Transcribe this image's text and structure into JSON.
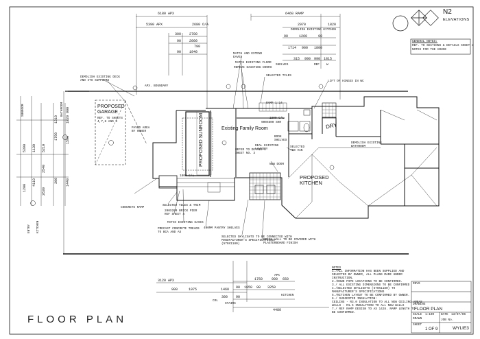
{
  "sheet_title": "FLOOR PLAN",
  "brand": {
    "name": "N2",
    "subtitle": "ELEVATIONS"
  },
  "general_notes": {
    "heading": "GENERAL NOTES:",
    "lines": [
      "REF. TO SECTIONS & DETAILS SHEET 3",
      "NOTES FOR THE HOUSE"
    ]
  },
  "rooms": {
    "garage": "PROPOSED\nGARAGE",
    "garage_ref": "REF. TO SHEETS\n4,7,8 AND 9",
    "sunroom": "PROPOSED SUNROOM",
    "family_room": "Existing Family Room",
    "kitchen": "PROPOSED\nKITCHEN",
    "dry": "DRY",
    "bathroom": "DEMOLISH EXISTING\nBATHROOM"
  },
  "top_dims": {
    "d6180": "6180 APX",
    "d6460": "6460 RAMP",
    "d5390": "5390 APX",
    "d2680": "2680 O/A",
    "d300": "300",
    "d2780": "2780",
    "d90a": "90",
    "d2000": "2000",
    "d790": "790",
    "d90b": "90",
    "d1940": "1940",
    "r2970": "2970",
    "r1820": "1820",
    "r_kit": "DEMOLISH EXISTING KITCHEN",
    "r90": "90",
    "r1260": "1260",
    "r90b": "90",
    "r1714": "1714",
    "r900": "900",
    "r1800": "1800",
    "r315": "315",
    "r990": "990",
    "r990b": "990",
    "r1815": "1815",
    "r_shelves": "SHELVES",
    "r_ref": "REF",
    "r_w": "W"
  },
  "left_dims": {
    "sunroom": "SUNROOM",
    "bathroom": "BATHROOM",
    "entry": "ENTRY",
    "kitchen": "KITCHEN",
    "v5390": "5390",
    "v1130": "1130",
    "v5210": "5210",
    "v1790": "1790",
    "v2540": "2540",
    "v1310": "1310",
    "v1820": "1820",
    "v1590": "1590",
    "v900": "900",
    "v4110": "4110",
    "v300": "300",
    "v1440": "1440",
    "v2630": "2630",
    "v1200": "1200"
  },
  "bottom_dims": {
    "d3120": "3120 APX",
    "d900": "900",
    "d1975": "1975",
    "d1460": "1460",
    "d1750": "1750",
    "d900b": "900",
    "d650": "650",
    "d90a": "90",
    "d1050": "1050",
    "d90b": "90",
    "d3250": "3250",
    "d300": "300",
    "d90c": "90",
    "d4480": "4480",
    "kitchen": "KITCHEN",
    "stairs": "STAIRS",
    "col": "COL",
    "apx": "APX"
  },
  "annotations": {
    "demolish_deck": "DEMOLISH EXISTING DECK\nAND ITS SUPPORTS",
    "boundary": "APX. BOUNDARY",
    "match_extend": "MATCH AND EXTEND\nEAVES",
    "match_floor": "MATCH EXISTING FLOOR",
    "remove_doors": "REMOVE EXISTING DOORS",
    "selected_tiles": "SELECTED TILES",
    "lift_hinges": "LIFT OF HINGES IN WC",
    "ramp": "RAMP 1:14",
    "paved": "PAVED AREA\nBY OWNER",
    "skylight": "900x600 SHR",
    "refer_detail": "REFER TO DETAIL A\nSHEET No. 3",
    "book_shelves": "BOOK\nSHELVES",
    "laundry": "DEAL EXISTING\nLAUNDRY",
    "new_door": "NEW DOOR",
    "selected_vanity": "SELECTED\n750 VAN",
    "concrete_ramp": "CONCRETE RAMP",
    "tiles_trim": "SELECTED TILES & TRIM",
    "brick_pier": "200x200 BRICK PIER\nREF SHEET 4",
    "match_eaves": "MATCH EXISTING EAVES",
    "precast": "PRECAST CONCRETE TREADS\nTO BCA AND AS",
    "pantry": "400mm PANTRY SHELVES",
    "sky_manuf": "SELECTED SKYLIGHTS TO BE CONNECTED WITH\nMANUFACTURER'S SPECIFICATIONS.\n(570x1180)",
    "brick_wall": "BRICK WALL TO BE COVERED WITH\nPLASTERBOARD FINISH",
    "col1": "1800 C/L",
    "col2": "1800 C/L"
  },
  "notes": {
    "heading": "NOTES",
    "lines": [
      "1./ALL INFORMATION HAS BEEN SUPPLIED AND",
      "SELECTED BY OWNER, ALL PLANS MADE UNDER",
      "INSTRUCTION.",
      "2./DOWN PIPE LOCATIONS TO BE CONFIRMED.",
      "3./ ALL EXISTING DIMENSIONS TO BE CONFIRMED",
      "4./SELECTED SKYLIGHTS (570x1180) TO",
      "MANUFACTURER'S SPECIFICATIONS",
      "5./KITCHEN LAYOUT TO BE CONFIRMED BY OWNER.",
      "6./ SUGGESTED INSULATION:",
      "CEILING - R3.0 INSULATION TO ALL NEW CEILING AREAS",
      "WALLS - R1.5 INSULATION TO ALL NEW WALLS",
      "7./ REF RAMP DESIGN TO AS 1428. RAMP LENGTH TO",
      "BE CONFIRMED."
    ]
  },
  "title_block": {
    "revs": "REVS",
    "drawing_label": "DRAWING",
    "drawing_value": "FLOOR PLAN",
    "scale_label": "SCALE",
    "scale_value": "1:100",
    "date_label": "DATE",
    "date_value": "13/07/06",
    "drawn_label": "DRAWN",
    "sheet_label": "SHEET",
    "sheet_value": "1 OF 9",
    "job_label": "JOB No.",
    "job_value": "WYLIE3"
  }
}
